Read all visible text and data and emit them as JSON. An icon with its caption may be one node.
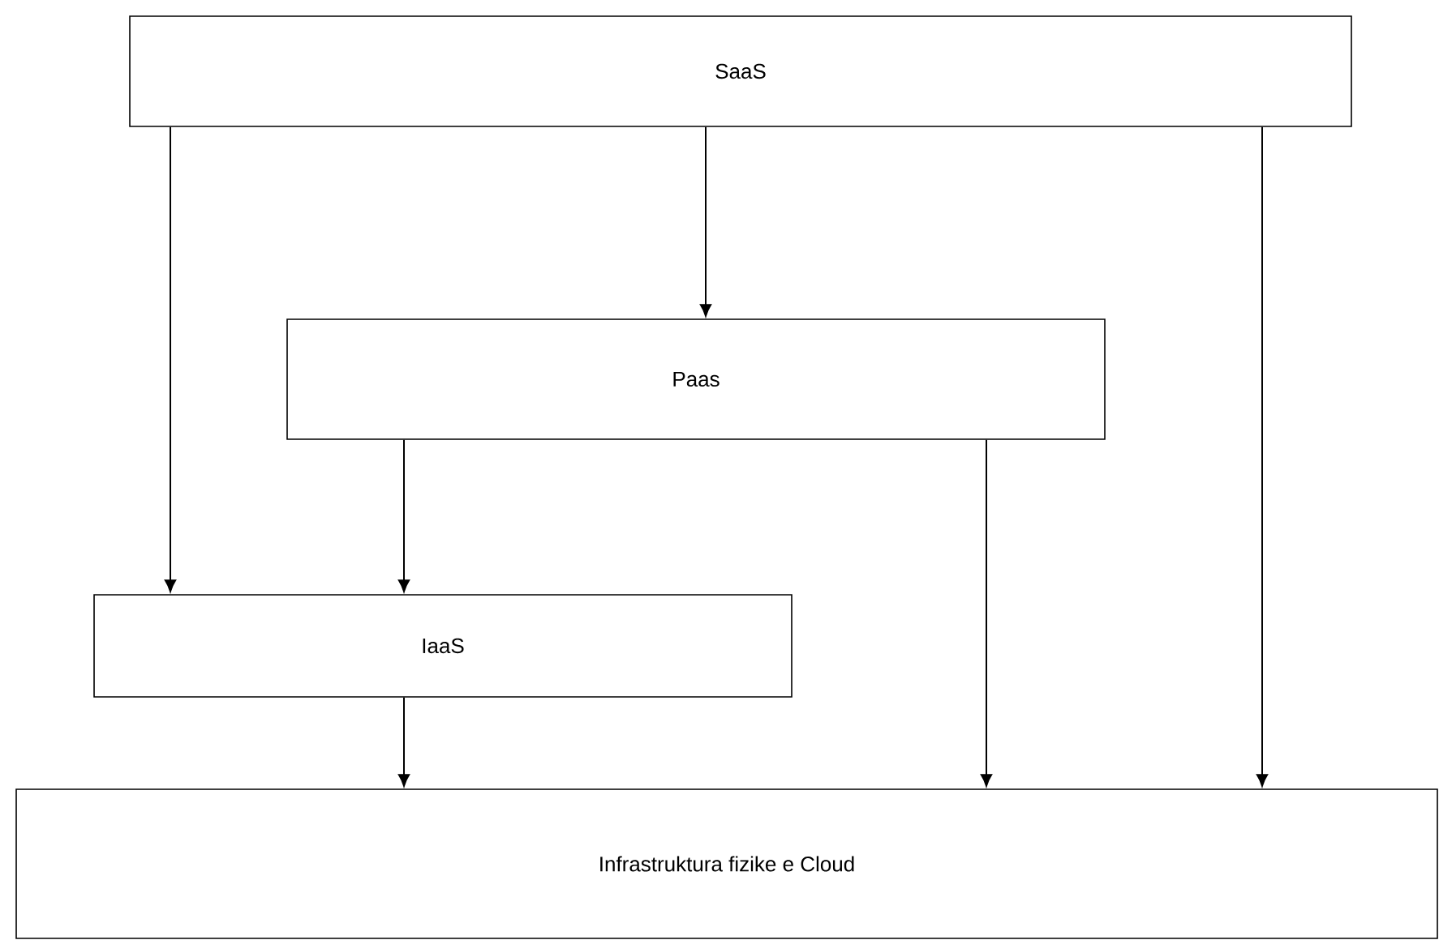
{
  "diagram": {
    "nodes": [
      {
        "text": [
          "SaaS"
        ]
      },
      {
        "text": [
          "Paas"
        ]
      },
      {
        "text": [
          "IaaS"
        ]
      },
      {
        "text": [
          "Infrastruktura fizike e Cloud"
        ]
      }
    ],
    "edges": [
      {
        "from": 0,
        "to": 2,
        "arrow": "to"
      },
      {
        "from": 0,
        "to": 1,
        "arrow": "to"
      },
      {
        "from": 0,
        "to": 3,
        "arrow": "to"
      },
      {
        "from": 1,
        "to": 2,
        "arrow": "to"
      },
      {
        "from": 1,
        "to": 3,
        "arrow": "to"
      },
      {
        "from": 2,
        "to": 3,
        "arrow": "to"
      }
    ]
  }
}
